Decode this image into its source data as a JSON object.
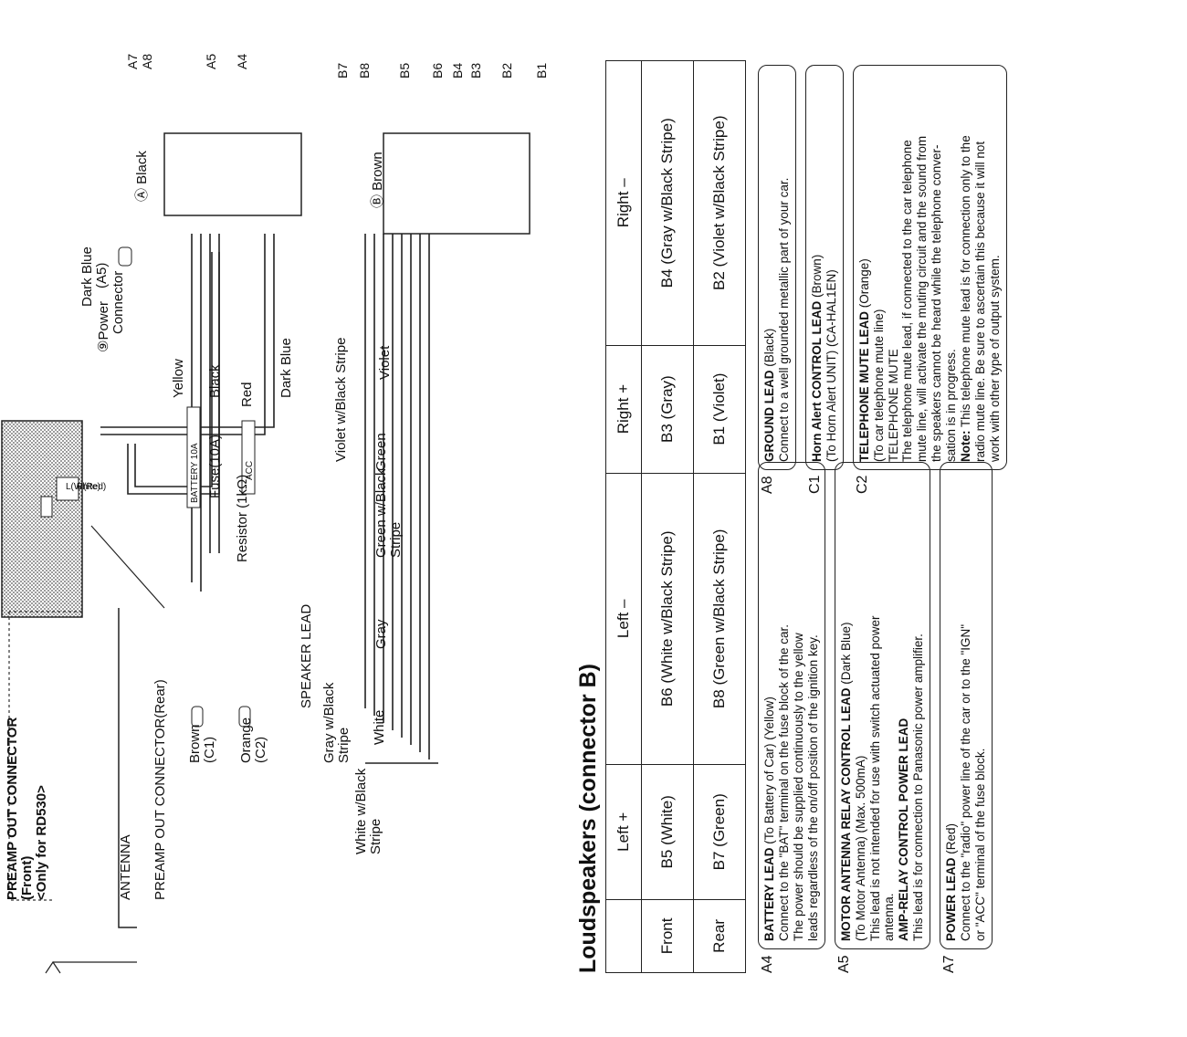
{
  "wiring": {
    "preamp_front": [
      "PREAMP OUT CONNECTOR",
      "(Front)",
      "<Only for RD530>"
    ],
    "antenna": "ANTENNA",
    "preamp_rear": "PREAMP OUT CONNECTOR(Rear)",
    "lw": "L(White)",
    "rr": "R(Red)",
    "power_connector": [
      "⑨Power",
      "Connector"
    ],
    "yellow": "Yellow",
    "black": "Black",
    "red": "Red",
    "dark_blue": "Dark Blue",
    "dark_blue_a5": [
      "Dark Blue",
      "(A5)"
    ],
    "fuse": "Fuse(10A)",
    "battery_box": "BATTERY 10A",
    "resistor": "Resistor (1kΩ)",
    "acc_box": "ACC",
    "connector_a": "Ⓐ Black",
    "connector_b": "Ⓑ Brown",
    "pins_a": [
      "A7",
      "A8",
      "A5",
      "A4"
    ],
    "pins_b": [
      "B7",
      "B8",
      "B5",
      "B6",
      "B4",
      "B3",
      "B2",
      "B1"
    ],
    "violet_black": "Violet w/Black Stripe",
    "violet": "Violet",
    "green": "Green",
    "green_black": [
      "Green w/Black",
      "Stripe"
    ],
    "speaker_lead": "SPEAKER LEAD",
    "gray": "Gray",
    "gray_black": [
      "Gray w/Black",
      "Stripe"
    ],
    "white": "White",
    "white_black": [
      "White w/Black",
      "Stripe"
    ],
    "brown_c1": [
      "Brown",
      "(C1)"
    ],
    "orange_c2": [
      "Orange",
      "(C2)"
    ]
  },
  "loudspeakers": {
    "title": "Loudspeakers (connector B)",
    "headers": [
      "",
      "Left +",
      "Left –",
      "Right +",
      "Right –"
    ],
    "rows": [
      [
        "Front",
        "B5 (White)",
        "B6 (White w/Black Stripe)",
        "B3 (Gray)",
        "B4 (Gray w/Black Stripe)"
      ],
      [
        "Rear",
        "B7 (Green)",
        "B8 (Green w/Black Stripe)",
        "B1 (Violet)",
        "B2 (Violet w/Black Stripe)"
      ]
    ]
  },
  "notes": {
    "a4": {
      "id": "A4",
      "title": "BATTERY LEAD",
      "sub": " (To Battery of Car) (Yellow)",
      "lines": [
        "Connect to the \"BAT\" terminal on the fuse block of the car.",
        "The power should be supplied continuously to the yellow",
        "leads regardless of the on/off position of the ignition key."
      ]
    },
    "a5": {
      "id": "A5",
      "title": "MOTOR ANTENNA RELAY CONTROL LEAD",
      "sub": " (Dark Blue)",
      "lines": [
        "(To Motor Antenna) (Max. 500mA)",
        "This lead is not intended for use with switch actuated power",
        "antenna."
      ],
      "title2": "AMP-RELAY CONTROL POWER LEAD",
      "lines2": [
        "This lead is for connection to Panasonic power amplifier."
      ]
    },
    "a7": {
      "id": "A7",
      "title": "POWER LEAD",
      "sub": " (Red)",
      "lines": [
        "Connect to the \"radio\" power line of the car or to the \"IGN\"",
        "or \"ACC\" terminal of the fuse block."
      ]
    },
    "a8": {
      "id": "A8",
      "title": "GROUND LEAD",
      "sub": " (Black)",
      "lines": [
        "Connect to a well grounded metallic part of your car."
      ]
    },
    "c1": {
      "id": "C1",
      "title": "Horn Alert CONTROL LEAD",
      "sub": " (Brown)",
      "lines": [
        "(To Horn Alert UNIT) (CA-HAL1EN)"
      ]
    },
    "c2": {
      "id": "C2",
      "title": "TELEPHONE MUTE LEAD",
      "sub": " (Orange)",
      "lines": [
        "(To car telephone mute line)",
        "TELEPHONE MUTE",
        "The telephone mute lead, if connected to the car telephone",
        "mute line, will activate the muting circuit and the sound from",
        "the speakers cannot be heard while the telephone conver-",
        "sation is in progress."
      ],
      "note_label": "Note:",
      "note_lines": [
        " This telephone mute lead is for connection only to the",
        "radio mute line. Be sure to ascertain this because it will not",
        "work with other type of output system."
      ]
    }
  }
}
